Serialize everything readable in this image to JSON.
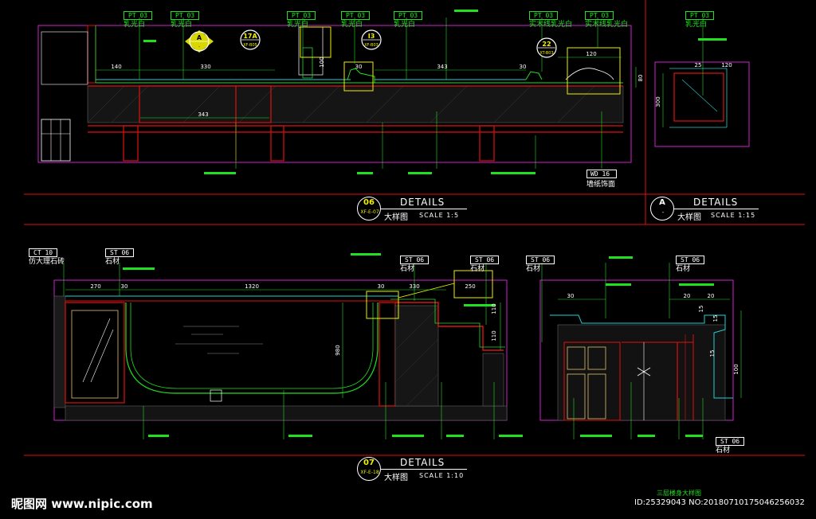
{
  "colors": {
    "bg": "#000000",
    "red": "#e01010",
    "magenta": "#d020d0",
    "yellow": "#f0f000",
    "green": "#20e020",
    "cyan": "#20d0d0",
    "white": "#ffffff",
    "grey": "#606060",
    "blue": "#4a7cff"
  },
  "top_tags": [
    {
      "code": "PT 03",
      "text": "乳光白"
    },
    {
      "code": "PT 03",
      "text": "乳光白"
    },
    {
      "code": "PT 03",
      "text": "乳光白"
    },
    {
      "code": "PT 03",
      "text": "乳光白"
    },
    {
      "code": "PT 03",
      "text": "乳光白"
    },
    {
      "code": "PT 03",
      "text": "实木线乳光白"
    },
    {
      "code": "PT 03",
      "text": "实木线乳光白"
    },
    {
      "code": "PT 03",
      "text": "乳光白"
    }
  ],
  "section_markers": [
    {
      "top": "A",
      "bottom": "-"
    },
    {
      "top": "17A",
      "bottom": "XF-B05"
    },
    {
      "top": "I3",
      "bottom": "XF-B03"
    },
    {
      "top": "22",
      "bottom": "XT-B03"
    }
  ],
  "dims_top": [
    "140",
    "330",
    "343",
    "343",
    "30",
    "30",
    "120",
    "80",
    "100",
    "25",
    "300",
    "120"
  ],
  "bottom_note_tag": {
    "code": "WD 16",
    "text": "墙纸饰面"
  },
  "detail_06": {
    "num": "06",
    "ref": "XF-E-07",
    "title": "DETAILS",
    "name": "大样图",
    "scale": "SCALE 1:5"
  },
  "detail_a": {
    "num": "A",
    "ref": "-",
    "title": "DETAILS",
    "name": "大样图",
    "scale": "SCALE 1:15"
  },
  "detail_07": {
    "num": "07",
    "ref": "XF-E-18",
    "title": "DETAILS",
    "name": "大样图",
    "scale": "SCALE 1:10"
  },
  "lower_tags": [
    {
      "code": "CT 10",
      "text": "仿大理石砖"
    },
    {
      "code": "ST 06",
      "text": "石材"
    },
    {
      "code": "ST 06",
      "text": "石材"
    },
    {
      "code": "ST 06",
      "text": "石材"
    },
    {
      "code": "ST 06",
      "text": "石材"
    },
    {
      "code": "ST 06",
      "text": "石材"
    },
    {
      "code": "ST 06",
      "text": "石材"
    }
  ],
  "dims_lower": [
    "270",
    "30",
    "1320",
    "30",
    "330",
    "250",
    "980",
    "110",
    "110",
    "30",
    "20",
    "15",
    "20",
    "15",
    "100",
    "15"
  ],
  "footer_caption": "三层楼身大样图",
  "watermark_left": "昵图网 www.nipic.com",
  "watermark_right": "ID:25329043 NO:20180710175046256032"
}
